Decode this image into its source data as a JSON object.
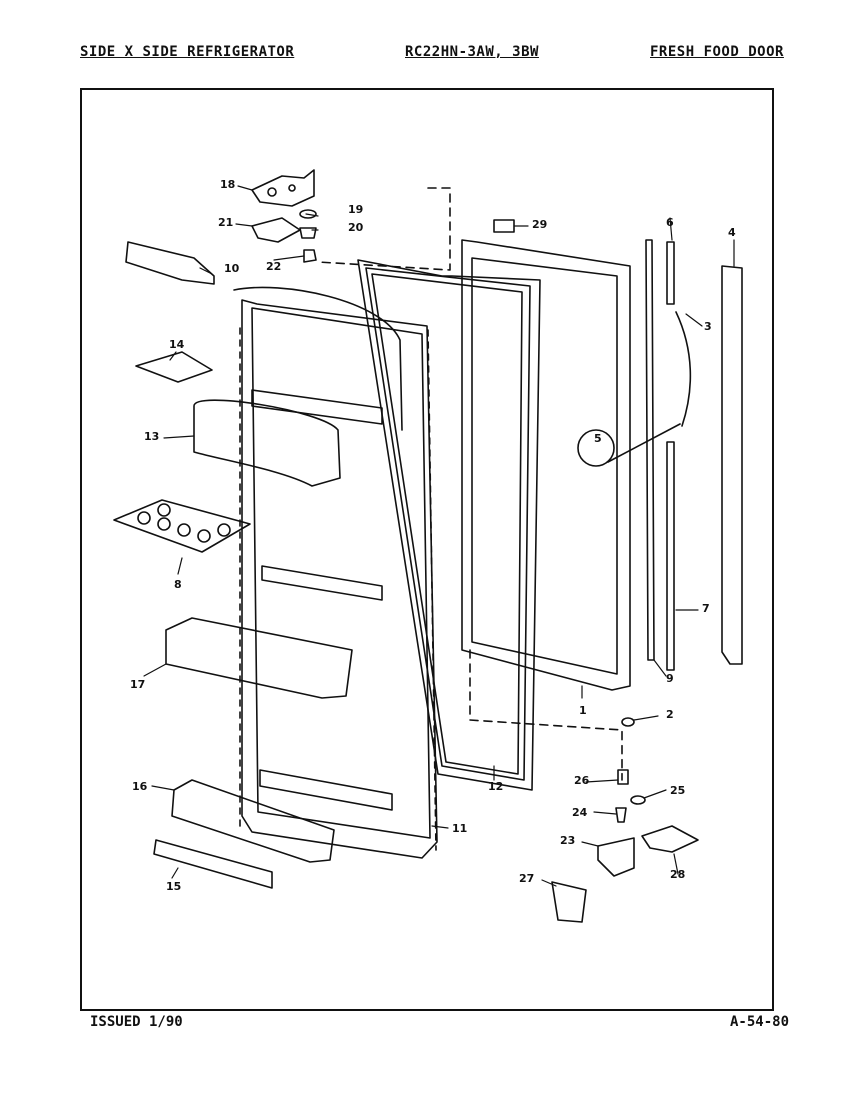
{
  "header": {
    "left": "SIDE X SIDE REFRIGERATOR",
    "center": "RC22HN-3AW, 3BW",
    "right": "FRESH FOOD DOOR"
  },
  "footer": {
    "issued": "ISSUED 1/90",
    "code": "A-54-80"
  },
  "callouts": {
    "c1": "1",
    "c2": "2",
    "c3": "3",
    "c4": "4",
    "c5": "5",
    "c6": "6",
    "c7": "7",
    "c8a": "8",
    "c8b": "8",
    "c9": "9",
    "c10": "10",
    "c11": "11",
    "c12": "12",
    "c13": "13",
    "c14": "14",
    "c15": "15",
    "c16": "16",
    "c17": "17",
    "c18": "18",
    "c19": "19",
    "c20": "20",
    "c21": "21",
    "c22": "22",
    "c23": "23",
    "c24": "24",
    "c25": "25",
    "c26": "26",
    "c27": "27",
    "c28": "28",
    "c29": "29"
  }
}
